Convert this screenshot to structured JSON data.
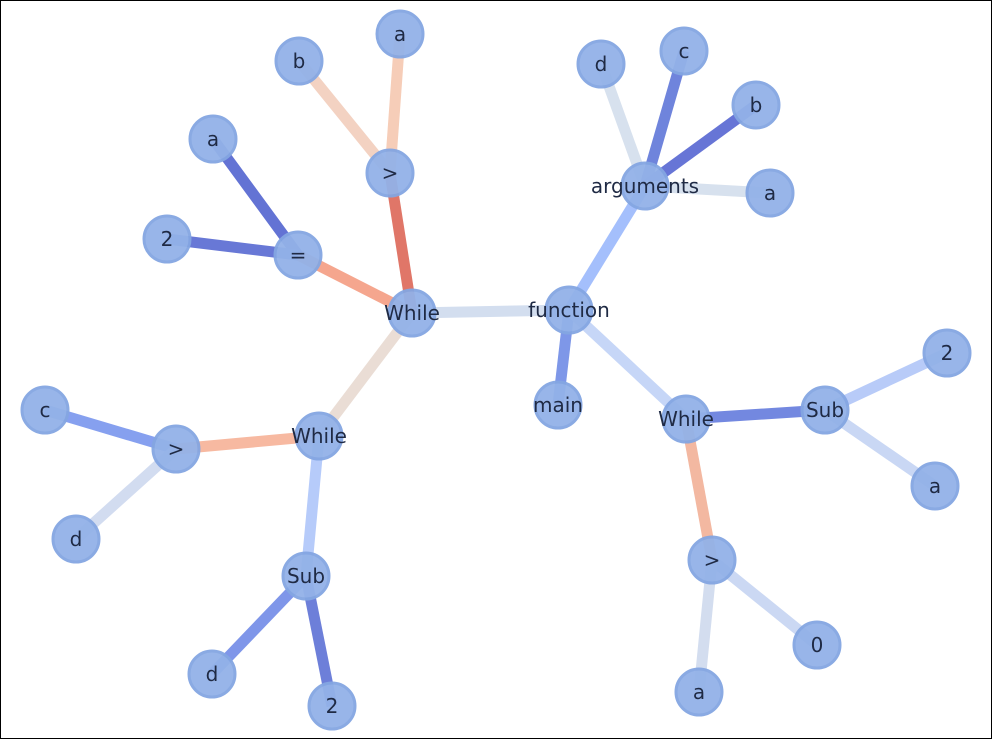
{
  "diagram": {
    "nodes": [
      {
        "id": "function",
        "label": "function"
      },
      {
        "id": "arguments",
        "label": "arguments"
      },
      {
        "id": "arg_d",
        "label": "d"
      },
      {
        "id": "arg_c",
        "label": "c"
      },
      {
        "id": "arg_b",
        "label": "b"
      },
      {
        "id": "arg_a",
        "label": "a"
      },
      {
        "id": "main",
        "label": "main"
      },
      {
        "id": "while1",
        "label": "While"
      },
      {
        "id": "gt1",
        "label": ">"
      },
      {
        "id": "gt1_b",
        "label": "b"
      },
      {
        "id": "gt1_a",
        "label": "a"
      },
      {
        "id": "eq1",
        "label": "="
      },
      {
        "id": "eq1_a",
        "label": "a"
      },
      {
        "id": "eq1_2",
        "label": "2"
      },
      {
        "id": "while2",
        "label": "While"
      },
      {
        "id": "gt2",
        "label": ">"
      },
      {
        "id": "gt2_c",
        "label": "c"
      },
      {
        "id": "gt2_d",
        "label": "d"
      },
      {
        "id": "sub2",
        "label": "Sub"
      },
      {
        "id": "sub2_d",
        "label": "d"
      },
      {
        "id": "sub2_2",
        "label": "2"
      },
      {
        "id": "while3",
        "label": "While"
      },
      {
        "id": "sub3",
        "label": "Sub"
      },
      {
        "id": "sub3_2",
        "label": "2"
      },
      {
        "id": "sub3_a",
        "label": "a"
      },
      {
        "id": "gt3",
        "label": ">"
      },
      {
        "id": "gt3_0",
        "label": "0"
      },
      {
        "id": "gt3_a",
        "label": "a"
      }
    ],
    "edges": [
      {
        "from": "function",
        "to": "arguments",
        "color": "#a4bffc"
      },
      {
        "from": "arguments",
        "to": "arg_d",
        "color": "#d7e1ee"
      },
      {
        "from": "arguments",
        "to": "arg_c",
        "color": "#6f84dc"
      },
      {
        "from": "arguments",
        "to": "arg_b",
        "color": "#6775d6"
      },
      {
        "from": "arguments",
        "to": "arg_a",
        "color": "#d7e1ee"
      },
      {
        "from": "function",
        "to": "main",
        "color": "#7e97e8"
      },
      {
        "from": "function",
        "to": "while1",
        "color": "#d3deef"
      },
      {
        "from": "while1",
        "to": "gt1",
        "color": "#e07668"
      },
      {
        "from": "gt1",
        "to": "gt1_b",
        "color": "#f3d2c2"
      },
      {
        "from": "gt1",
        "to": "gt1_a",
        "color": "#f6cdb8"
      },
      {
        "from": "while1",
        "to": "eq1",
        "color": "#f5a68e"
      },
      {
        "from": "eq1",
        "to": "eq1_a",
        "color": "#6373d4"
      },
      {
        "from": "eq1",
        "to": "eq1_2",
        "color": "#6878d6"
      },
      {
        "from": "while1",
        "to": "while2",
        "color": "#eaddd5"
      },
      {
        "from": "while2",
        "to": "gt2",
        "color": "#f7b9a1"
      },
      {
        "from": "gt2",
        "to": "gt2_c",
        "color": "#86a0ef"
      },
      {
        "from": "gt2",
        "to": "gt2_d",
        "color": "#d2dcf0"
      },
      {
        "from": "while2",
        "to": "sub2",
        "color": "#b6cbfa"
      },
      {
        "from": "sub2",
        "to": "sub2_d",
        "color": "#7f96e9"
      },
      {
        "from": "sub2",
        "to": "sub2_2",
        "color": "#6d7fd9"
      },
      {
        "from": "function",
        "to": "while3",
        "color": "#c6d6f7"
      },
      {
        "from": "while3",
        "to": "sub3",
        "color": "#7388e0"
      },
      {
        "from": "sub3",
        "to": "sub3_2",
        "color": "#b8cbf8"
      },
      {
        "from": "sub3",
        "to": "sub3_a",
        "color": "#c9d7f4"
      },
      {
        "from": "while3",
        "to": "gt3",
        "color": "#f3b8a1"
      },
      {
        "from": "gt3",
        "to": "gt3_0",
        "color": "#cbd8f3"
      },
      {
        "from": "gt3",
        "to": "gt3_a",
        "color": "#d3ddef"
      }
    ]
  }
}
